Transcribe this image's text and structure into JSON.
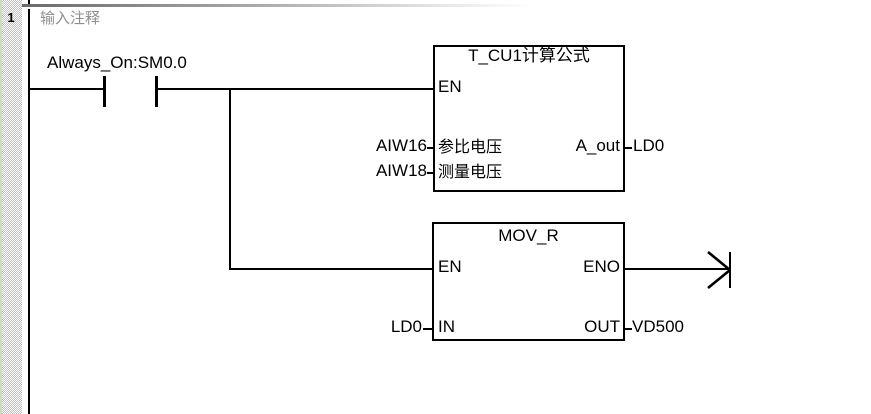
{
  "network": {
    "number": "1",
    "comment": "输入注释"
  },
  "contact": {
    "operand_label": "Always_On:SM0.0",
    "type": "normally-open"
  },
  "blocks": [
    {
      "title": "T_CU1计算公式",
      "en": "EN",
      "inputs": [
        {
          "operand": "AIW16",
          "pin": "参比电压"
        },
        {
          "operand": "AIW18",
          "pin": "测量电压"
        }
      ],
      "output": {
        "pin": "A_out",
        "operand": "LD0"
      }
    },
    {
      "title": "MOV_R",
      "en": "EN",
      "eno": "ENO",
      "input": {
        "pin": "IN",
        "operand": "LD0"
      },
      "output": {
        "pin": "OUT",
        "operand": "VD500"
      }
    }
  ],
  "icons": {
    "continuation_arrow": "open-branch-arrow"
  },
  "colors": {
    "wire": "#000000",
    "comment_text": "#8f8f8f",
    "checker_gray": "#c0c0c0",
    "divider_gray": "#6a6a6a",
    "edge_green": "#cbdcb8"
  }
}
